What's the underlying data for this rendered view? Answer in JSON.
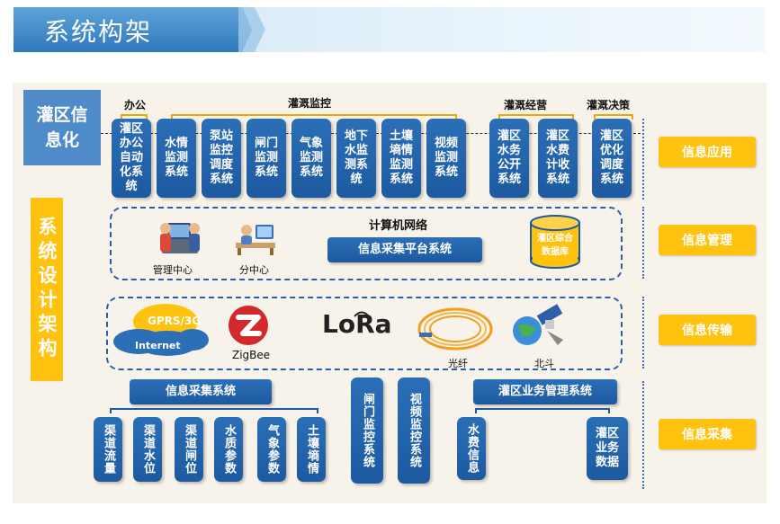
{
  "header": {
    "title": "系统构架"
  },
  "left": {
    "info_block": "灌区信息化",
    "vertical_title": "系统设计架构"
  },
  "right_labels": [
    "信息应用",
    "信息管理",
    "信息传输",
    "信息采集"
  ],
  "groups": {
    "office": "办公",
    "monitoring": "灌溉监控",
    "operation": "灌溉经营",
    "decision": "灌溉决策"
  },
  "apps": [
    "灌区办公自动化系统",
    "水情监测系统",
    "泵站监控调度系统",
    "闸门监测系统",
    "气象监测系统",
    "地下水监测系统",
    "土壤墒情监测系统",
    "视频监测系统",
    "灌区水务公开系统",
    "灌区水费计收系统",
    "灌区优化调度系统"
  ],
  "management": {
    "network": "计算机网络",
    "platform": "信息采集平台系统",
    "database": "灌区综合数据库",
    "center": "管理中心",
    "subcenter": "分中心"
  },
  "transmission": {
    "gprs": "GPRS/3G",
    "internet": "Internet",
    "zigbee": "ZigBee",
    "lora": "LoRa",
    "fiber": "光纤",
    "beidou": "北斗"
  },
  "collection": {
    "collect_system": "信息采集系统",
    "sensors": [
      "渠道流量",
      "渠道水位",
      "渠道闸位",
      "水质参数",
      "气象参数",
      "土壤墒情"
    ],
    "gate_monitor": "闸门监控系统",
    "video_monitor": "视频监控系统",
    "business": "灌区业务管理系统",
    "fee": "水费信息",
    "biz_data": "灌区业务数据"
  },
  "colors": {
    "blue": "#1d5aa0",
    "yellow": "#ffc20e",
    "bg": "#f8f3ea"
  }
}
